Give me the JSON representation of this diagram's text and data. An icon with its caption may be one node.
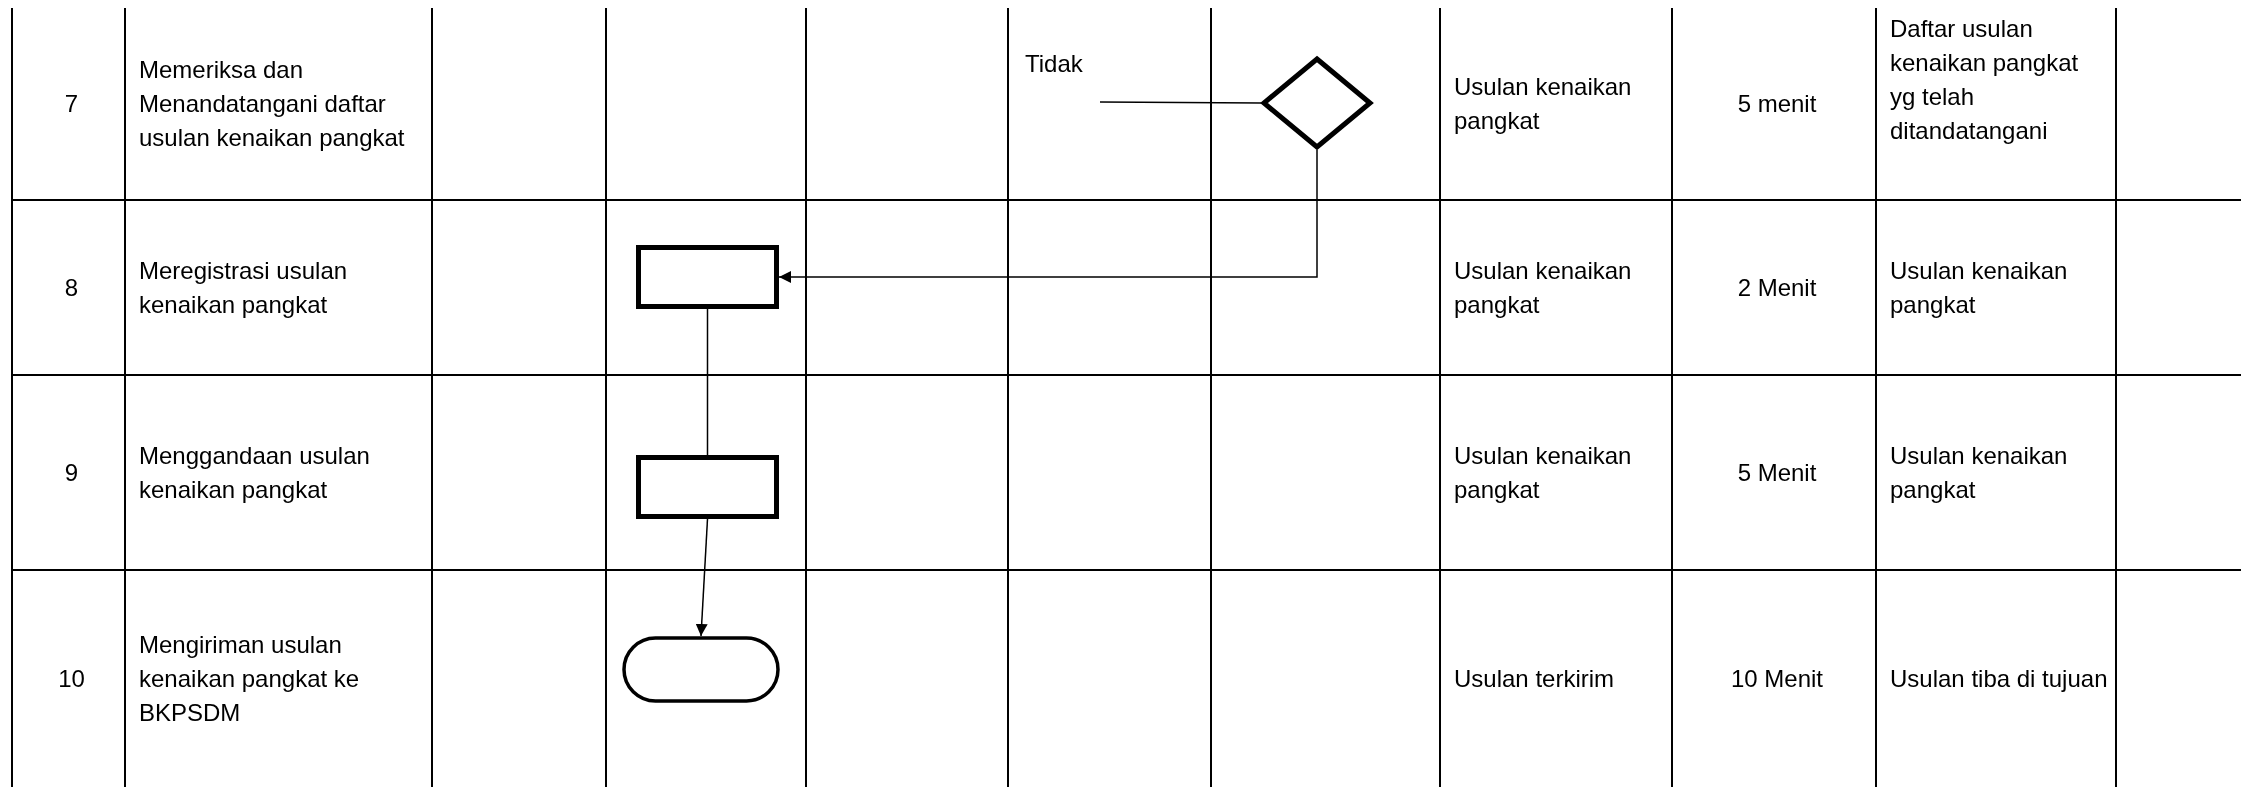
{
  "diagram": {
    "nodes": [
      {
        "text": [],
        "shape": "diamond"
      },
      {
        "text": [],
        "shape": "box"
      },
      {
        "text": [],
        "shape": "box"
      },
      {
        "text": [],
        "shape": "terminator"
      }
    ],
    "edges": [
      {
        "from": 0,
        "to": null,
        "arrow": "none",
        "label": "Tidak"
      },
      {
        "from": 0,
        "to": 1,
        "arrow": "to"
      },
      {
        "from": 1,
        "to": 2,
        "arrow": "none"
      },
      {
        "from": 2,
        "to": 3,
        "arrow": "to"
      }
    ],
    "labels": [
      "7",
      "Memeriksa dan Menandatangani daftar usulan kenaikan pangkat",
      "Usulan kenaikan pangkat",
      "5 menit",
      "Daftar usulan kenaikan pangkat yg telah ditandatangani",
      "8",
      "Meregistrasi usulan kenaikan pangkat",
      "Usulan kenaikan pangkat",
      "2 Menit",
      "Usulan kenaikan pangkat",
      "9",
      "Menggandaan usulan kenaikan pangkat",
      "Usulan kenaikan pangkat",
      "5 Menit",
      "Usulan kenaikan pangkat",
      "10",
      "Mengiriman usulan kenaikan pangkat ke BKPSDM",
      "Usulan terkirim",
      "10 Menit",
      "Usulan tiba di tujuan"
    ]
  }
}
